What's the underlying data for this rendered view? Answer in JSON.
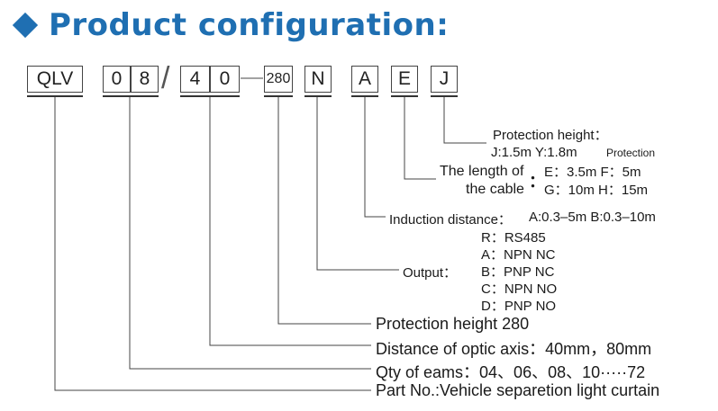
{
  "title": "Product configuration:",
  "code": {
    "qlv": "QLV",
    "d1": "0",
    "d2": "8",
    "slash": "/",
    "d3": "4",
    "d4": "0",
    "h": "280",
    "n": "N",
    "a": "A",
    "e": "E",
    "j": "J"
  },
  "protection_j": {
    "heading": "Protection height：",
    "values": "J:1.5m  Y:1.8m",
    "note": "Protection"
  },
  "cable": {
    "label1": "The length of",
    "label2": "the cable",
    "colon": "：",
    "row1": "E：3.5m    F：5m",
    "row2": "G：10m    H：15m"
  },
  "induction": {
    "label": "Induction distance：",
    "values": "A:0.3–5m   B:0.3–10m"
  },
  "output": {
    "label": "Output：",
    "options": [
      "R：RS485",
      "A：NPN  NC",
      "B：PNP  NC",
      "C：NPN  NO",
      "D：PNP  NO"
    ]
  },
  "height280": "Protection height 280",
  "optic_axis": "Distance of optic axis：40mm，80mm",
  "qty": "Qty of eams：04、06、08、10·····72",
  "part_no": "Part No.:Vehicle separetion light curtain",
  "colors": {
    "accent": "#1f6fb2",
    "line": "#444444"
  }
}
